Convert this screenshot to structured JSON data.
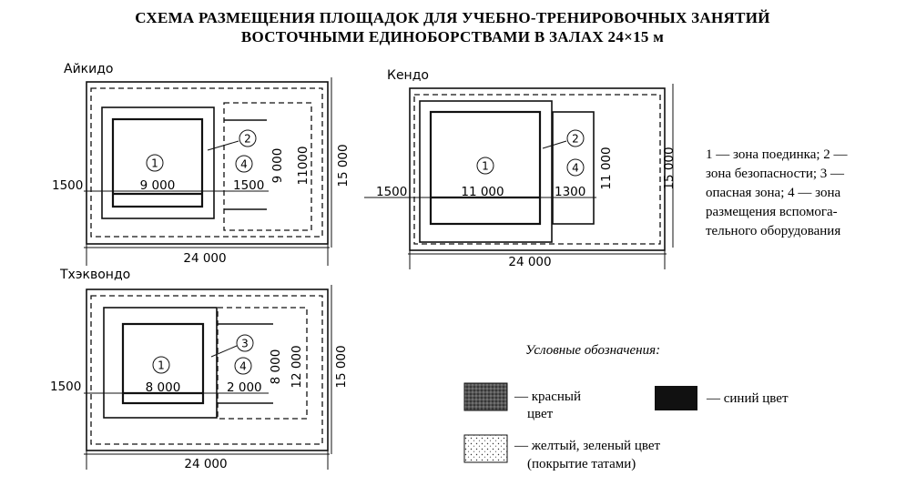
{
  "title": {
    "line1": "СХЕМА РАЗМЕЩЕНИЯ ПЛОЩАДОК ДЛЯ УЧЕБНО-ТРЕНИРОВОЧНЫХ ЗАНЯТИЙ",
    "line2": "ВОСТОЧНЫМИ ЕДИНОБОРСТВАМИ В ЗАЛАХ 24×15 м"
  },
  "aikido": {
    "label": "Айкидо",
    "dim_left": "1500",
    "dim_inner": "9 000",
    "dim_right": "1500",
    "dim_v_small": "9 000",
    "dim_v_mid": "11000",
    "dim_v_total": "15 000",
    "dim_total": "24 000",
    "mark1": "1",
    "mark2": "2",
    "mark4": "4"
  },
  "kendo": {
    "label": "Кендо",
    "dim_left": "1500",
    "dim_inner": "11 000",
    "dim_right": "1300",
    "dim_v_mid": "11 000",
    "dim_v_total": "15 000",
    "dim_total": "24 000",
    "mark1": "1",
    "mark2": "2",
    "mark4": "4"
  },
  "taekwondo": {
    "label": "Тхэквондо",
    "dim_left": "1500",
    "dim_inner": "8 000",
    "dim_right": "2 000",
    "dim_v_small": "8 000",
    "dim_v_mid": "12 000",
    "dim_v_total": "15 000",
    "dim_total": "24 000",
    "mark1": "1",
    "mark3": "3",
    "mark4": "4"
  },
  "key": {
    "line1": "1 — зона поединка; 2 —",
    "line2": "зона безопасности; 3 —",
    "line3": "опасная зона; 4 — зона",
    "line4": "размещения вспомога-",
    "line5": "тельного оборудования"
  },
  "legend": {
    "title": "Условные обозначения:",
    "red_line1": "— красный",
    "red_line2": "цвет",
    "blue": "— синий цвет",
    "yellow_line1": "— желтый, зеленый цвет",
    "yellow_line2": "(покрытие татами)"
  },
  "colors": {
    "ink": "#111111",
    "paper": "#ffffff"
  }
}
